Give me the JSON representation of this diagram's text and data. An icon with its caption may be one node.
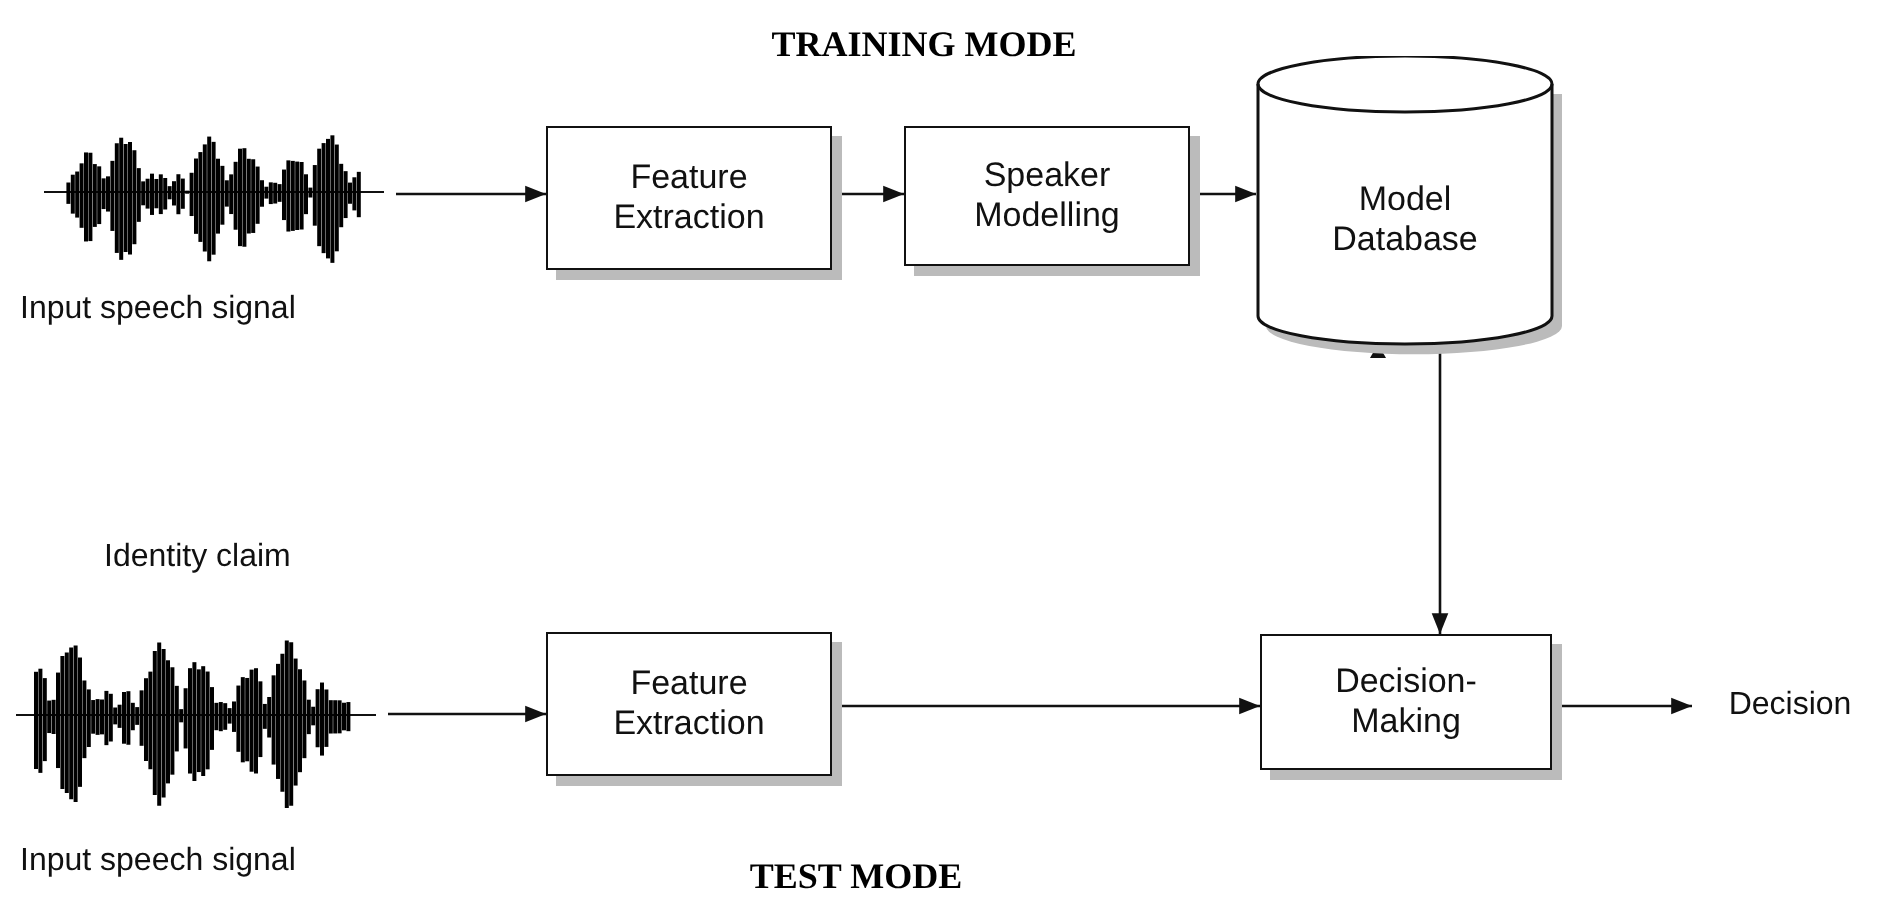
{
  "diagram": {
    "title": "TRAINING MODE",
    "nodes": [
      {
        "text": [],
        "shape": "picture",
        "beside": [
          "Input speech signal"
        ]
      },
      {
        "text": [
          "Feature Extraction"
        ]
      },
      {
        "text": [
          "Speaker Modelling"
        ]
      },
      {
        "text": [
          "Model Database"
        ]
      },
      {
        "text": [],
        "shape": "picture",
        "beside": [
          "Identity claim",
          "Input speech signal"
        ]
      },
      {
        "text": [
          "Feature Extraction"
        ]
      },
      {
        "text": [
          "Decision-Making"
        ]
      },
      {
        "text": [
          "Decision"
        ]
      }
    ],
    "edges": [
      {
        "from": 0,
        "to": 1,
        "arrow": "to"
      },
      {
        "from": 1,
        "to": 2,
        "arrow": "to"
      },
      {
        "from": 2,
        "to": 3,
        "arrow": "to"
      },
      {
        "from": 3,
        "to": 6,
        "arrow": "to"
      },
      {
        "from": 4,
        "to": 5,
        "arrow": "to"
      },
      {
        "from": 5,
        "to": 6,
        "arrow": "to"
      },
      {
        "from": 6,
        "to": 7,
        "arrow": "to"
      }
    ],
    "labels": [
      "TEST MODE"
    ]
  }
}
